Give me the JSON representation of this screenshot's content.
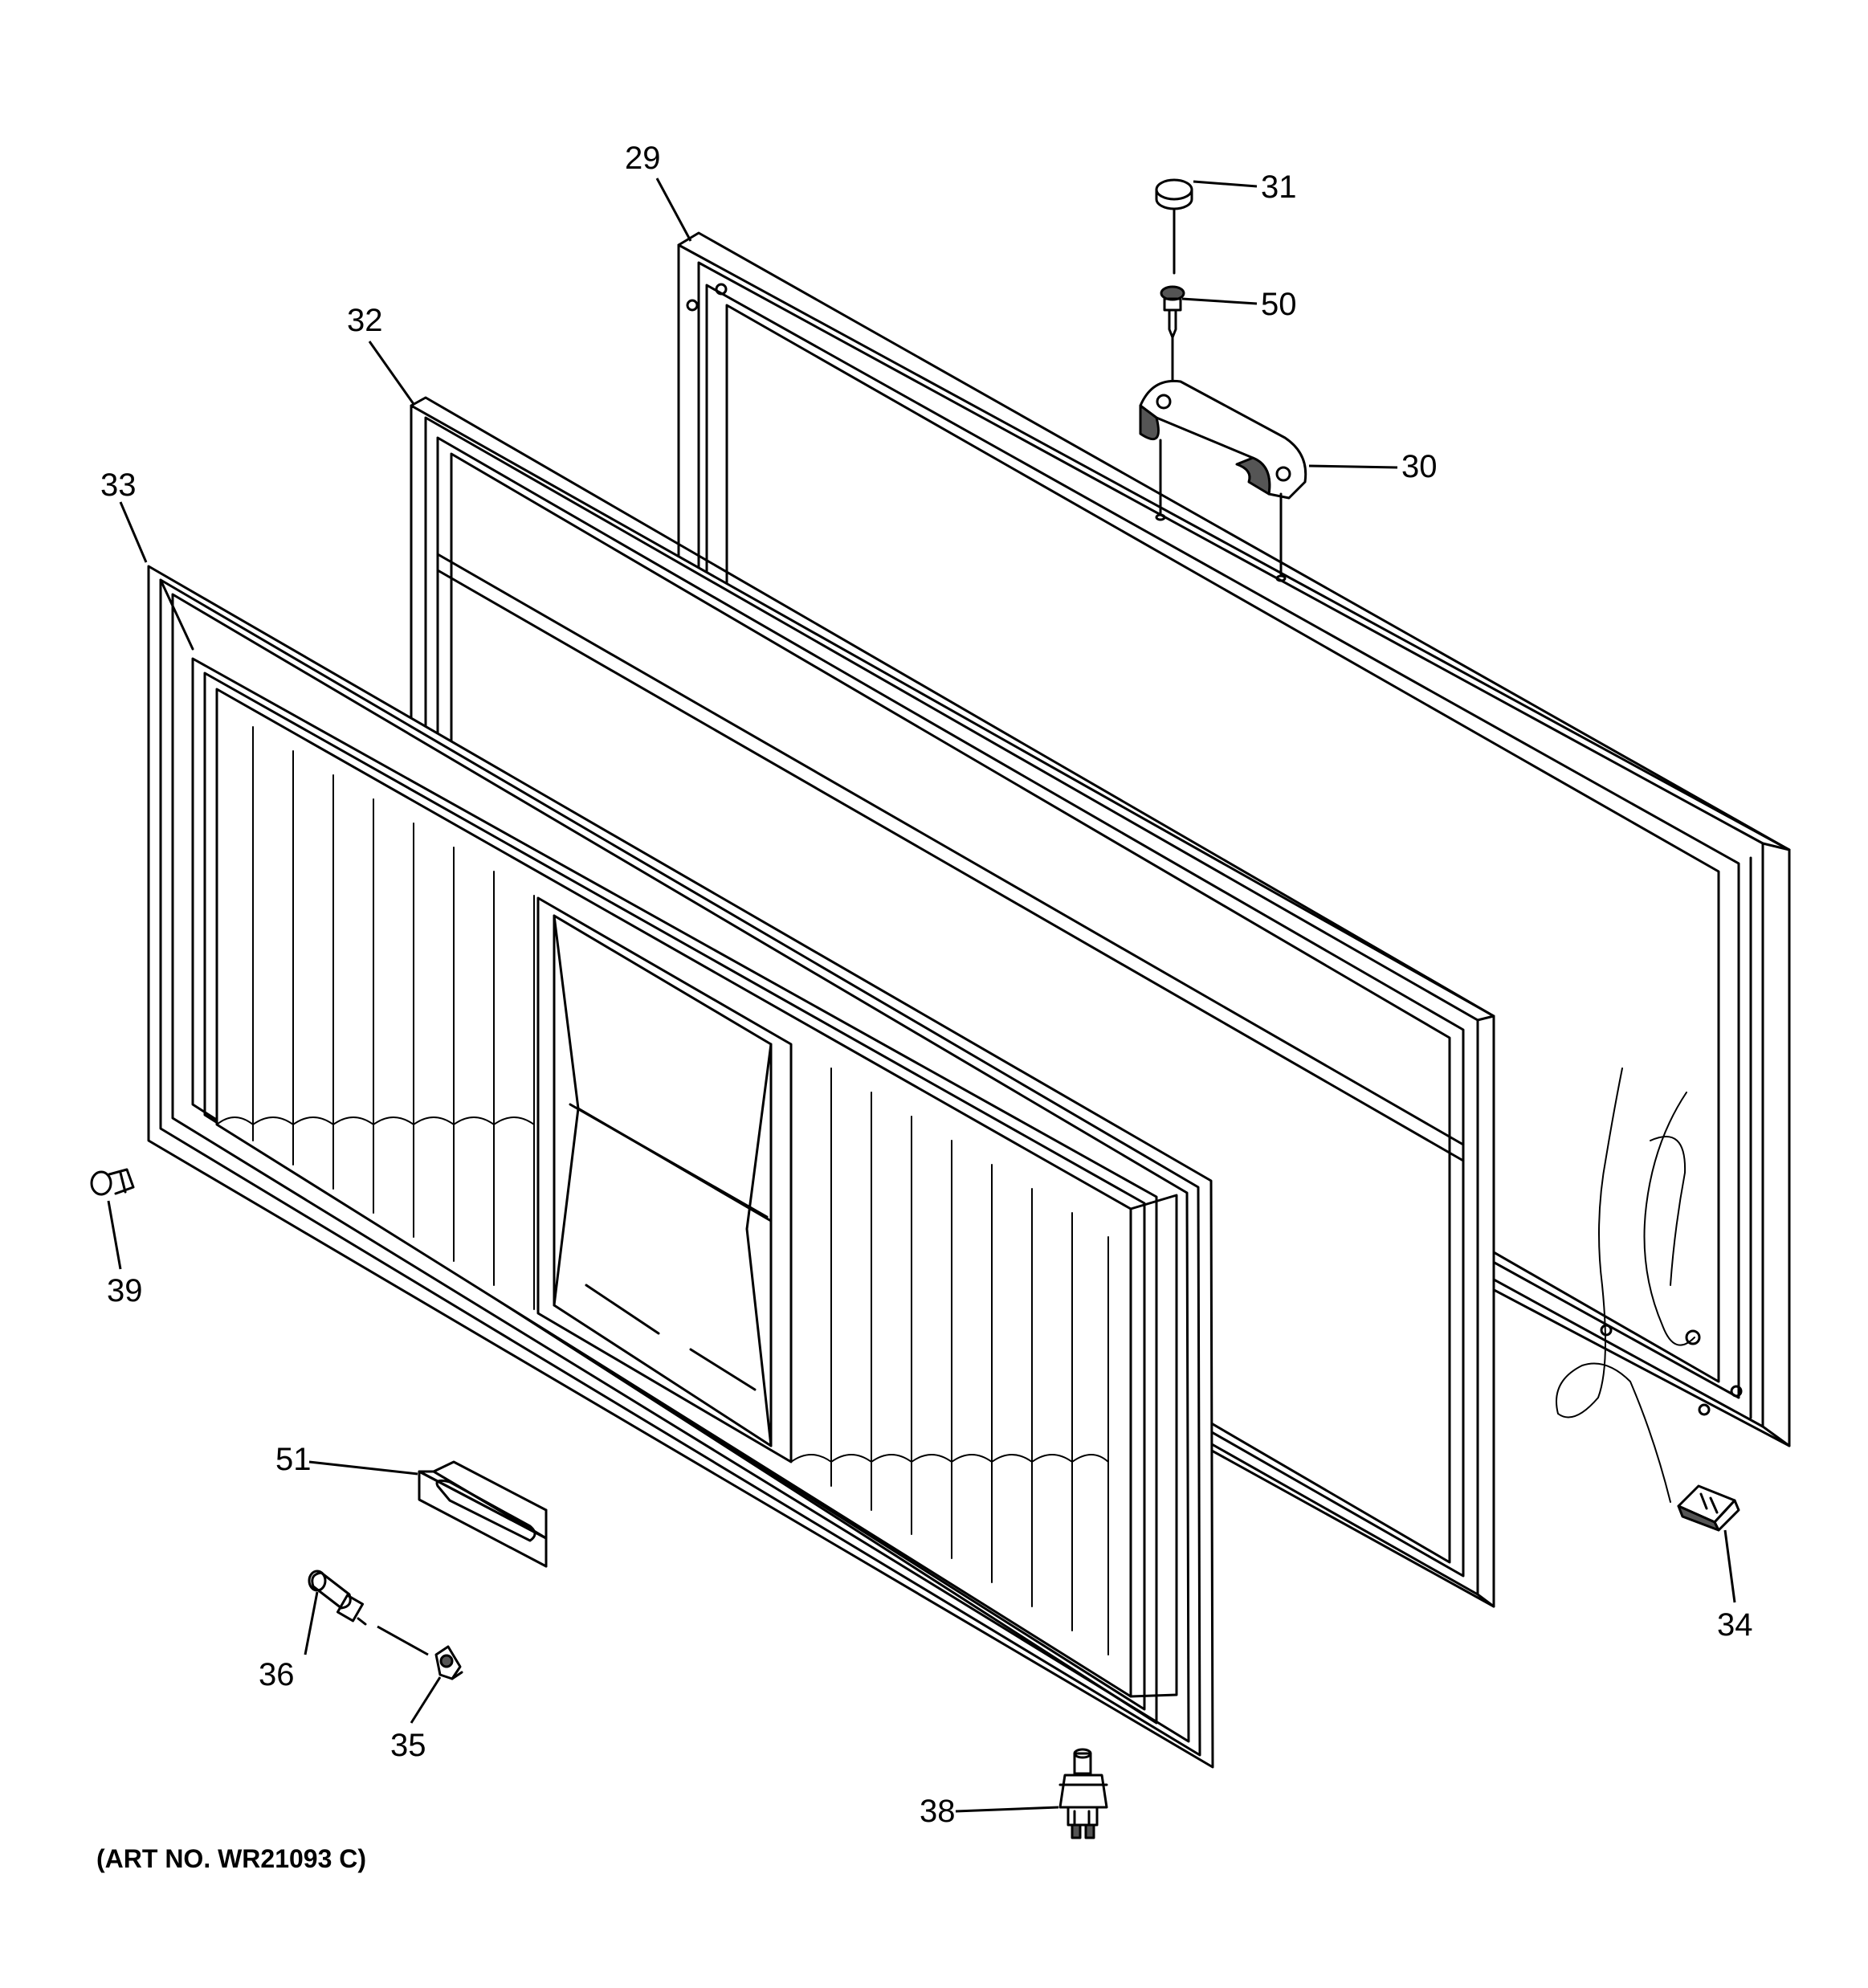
{
  "diagram": {
    "callouts": [
      {
        "id": "29",
        "label": "29"
      },
      {
        "id": "31",
        "label": "31"
      },
      {
        "id": "50",
        "label": "50"
      },
      {
        "id": "32",
        "label": "32"
      },
      {
        "id": "30",
        "label": "30"
      },
      {
        "id": "33",
        "label": "33"
      },
      {
        "id": "39",
        "label": "39"
      },
      {
        "id": "51",
        "label": "51"
      },
      {
        "id": "34",
        "label": "34"
      },
      {
        "id": "36",
        "label": "36"
      },
      {
        "id": "35",
        "label": "35"
      },
      {
        "id": "38",
        "label": "38"
      }
    ],
    "art_number": "(ART NO. WR21093 C)"
  }
}
